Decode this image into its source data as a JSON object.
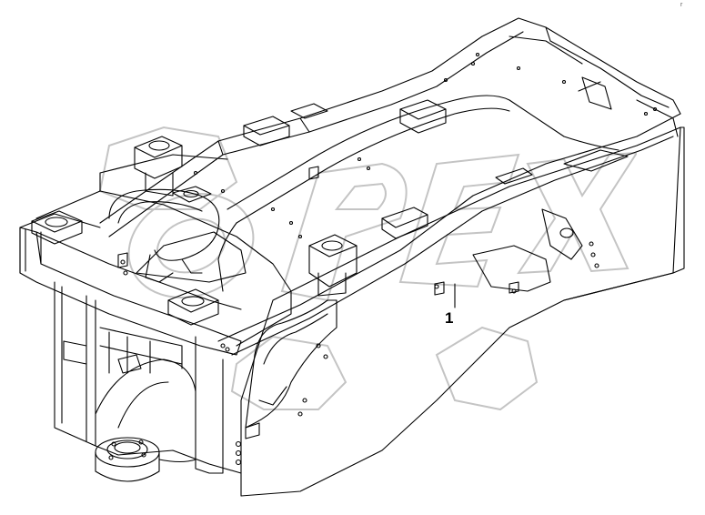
{
  "diagram": {
    "callouts": [
      {
        "label": "1"
      }
    ],
    "watermark_text": "OPEX",
    "corner_mark": "r"
  },
  "colors": {
    "line": "#000000",
    "background": "#ffffff",
    "watermark": "#bdbdbd"
  }
}
